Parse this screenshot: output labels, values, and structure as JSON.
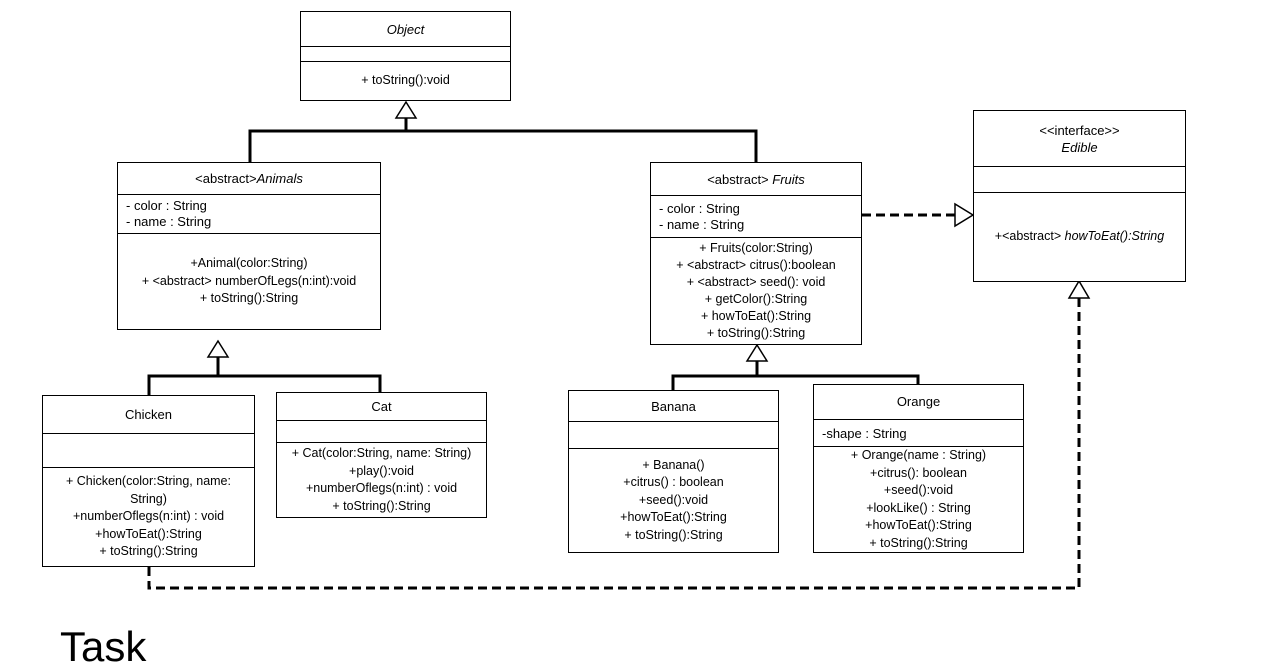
{
  "classes": {
    "object": {
      "title": "Object",
      "methods": [
        "+ toString():void"
      ]
    },
    "animals": {
      "stereotype": "<abstract>",
      "title": "Animals",
      "attributes": [
        "- color : String",
        "- name : String"
      ],
      "methods": [
        "+Animal(color:String)",
        "+ <abstract>  numberOfLegs(n:int):void",
        "+  toString():String"
      ]
    },
    "fruits": {
      "stereotype": "<abstract> ",
      "title": "Fruits",
      "attributes": [
        "- color : String",
        "- name : String"
      ],
      "methods": [
        "+ Fruits(color:String)",
        "+ <abstract> citrus():boolean",
        "+ <abstract> seed(): void",
        "+ getColor():String",
        "+  howToEat():String",
        "+ toString():String"
      ]
    },
    "edible": {
      "stereotype": "<<interface>>",
      "title": "Edible",
      "method_prefix": "+<abstract> ",
      "method_name": "howToEat():String"
    },
    "chicken": {
      "title": "Chicken",
      "methods": [
        "+ Chicken(color:String, name: String)",
        "+numberOflegs(n:int) : void",
        "+howToEat():String",
        "+ toString():String"
      ]
    },
    "cat": {
      "title": "Cat",
      "methods": [
        "+ Cat(color:String, name: String)",
        "+play():void",
        "+numberOflegs(n:int) : void",
        "+ toString():String"
      ]
    },
    "banana": {
      "title": "Banana",
      "methods": [
        "+ Banana()",
        "+citrus() : boolean",
        "+seed():void",
        "+howToEat():String",
        "+ toString():String"
      ]
    },
    "orange": {
      "title": "Orange",
      "attributes": [
        "-shape : String"
      ],
      "methods": [
        "+ Orange(name : String)",
        "+citrus(): boolean",
        "+seed():void",
        "+lookLike() : String",
        "+howToEat():String",
        "+ toString():String"
      ]
    }
  },
  "relations": [
    {
      "type": "generalization",
      "from": "Animals",
      "to": "Object"
    },
    {
      "type": "generalization",
      "from": "Fruits",
      "to": "Object"
    },
    {
      "type": "generalization",
      "from": "Chicken",
      "to": "Animals"
    },
    {
      "type": "generalization",
      "from": "Cat",
      "to": "Animals"
    },
    {
      "type": "generalization",
      "from": "Banana",
      "to": "Fruits"
    },
    {
      "type": "generalization",
      "from": "Orange",
      "to": "Fruits"
    },
    {
      "type": "realization",
      "from": "Fruits",
      "to": "Edible"
    },
    {
      "type": "realization",
      "from": "Chicken",
      "to": "Edible"
    }
  ],
  "tail_text": "Task"
}
